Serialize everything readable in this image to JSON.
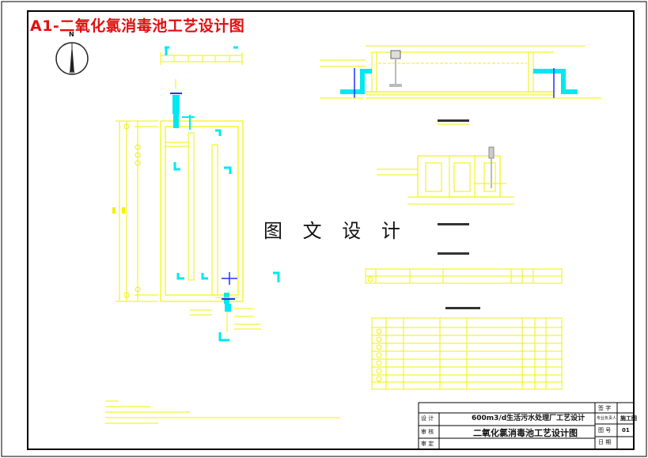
{
  "title": "A1-二氧化氯消毒池工艺设计图",
  "watermark": "图 文 设 计",
  "north_label": "N",
  "colors": {
    "frame": "#000000",
    "cad_yellow": "#f2f200",
    "cad_cyan": "#00e8f0",
    "cad_blue": "#2030ff",
    "title_red": "#e01010",
    "dark_gray": "#333333"
  },
  "title_block": {
    "project": "600m3/d生活污水处理厂工艺设计",
    "drawing_name": "二氧化氯消毒池工艺设计图",
    "left_labels": [
      "设 计",
      "审 核",
      "审 定"
    ],
    "right_labels": [
      "签 字",
      "专业负责人",
      "图 号",
      "日 期"
    ],
    "right_values": [
      "",
      "施工图",
      "01",
      ""
    ]
  }
}
